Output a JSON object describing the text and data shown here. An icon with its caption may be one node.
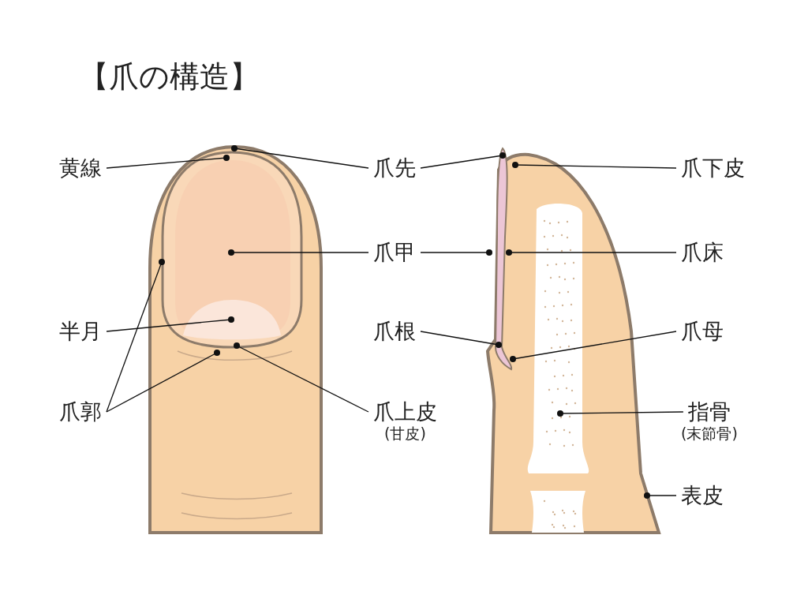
{
  "diagram": {
    "title": "【爪の構造】",
    "nodes": [
      {
        "text": [
          "黄線"
        ]
      },
      {
        "text": [
          "爪先"
        ]
      },
      {
        "text": [
          "爪下皮"
        ]
      },
      {
        "text": [
          "爪甲"
        ]
      },
      {
        "text": [
          "爪床"
        ]
      },
      {
        "text": [
          "半月"
        ]
      },
      {
        "text": [
          "爪根"
        ]
      },
      {
        "text": [
          "爪母"
        ]
      },
      {
        "text": [
          "爪郭"
        ]
      },
      {
        "text": [
          "爪上皮",
          "(甘皮)"
        ]
      },
      {
        "text": [
          "指骨",
          "(末節骨)"
        ]
      },
      {
        "text": [
          "表皮"
        ]
      }
    ],
    "edges": [
      {
        "from": 0,
        "to": null,
        "arrow": "other"
      },
      {
        "from": 1,
        "to": null,
        "arrow": "other"
      },
      {
        "from": 1,
        "to": null,
        "arrow": "other"
      },
      {
        "from": 2,
        "to": null,
        "arrow": "other"
      },
      {
        "from": 3,
        "to": null,
        "arrow": "other"
      },
      {
        "from": 3,
        "to": null,
        "arrow": "other"
      },
      {
        "from": 4,
        "to": null,
        "arrow": "other"
      },
      {
        "from": 5,
        "to": null,
        "arrow": "other"
      },
      {
        "from": 6,
        "to": null,
        "arrow": "other"
      },
      {
        "from": 7,
        "to": null,
        "arrow": "other"
      },
      {
        "from": 8,
        "to": null,
        "arrow": "other"
      },
      {
        "from": 8,
        "to": null,
        "arrow": "other"
      },
      {
        "from": 9,
        "to": null,
        "arrow": "other"
      },
      {
        "from": 10,
        "to": null,
        "arrow": "other"
      },
      {
        "from": 11,
        "to": null,
        "arrow": "other"
      }
    ]
  }
}
